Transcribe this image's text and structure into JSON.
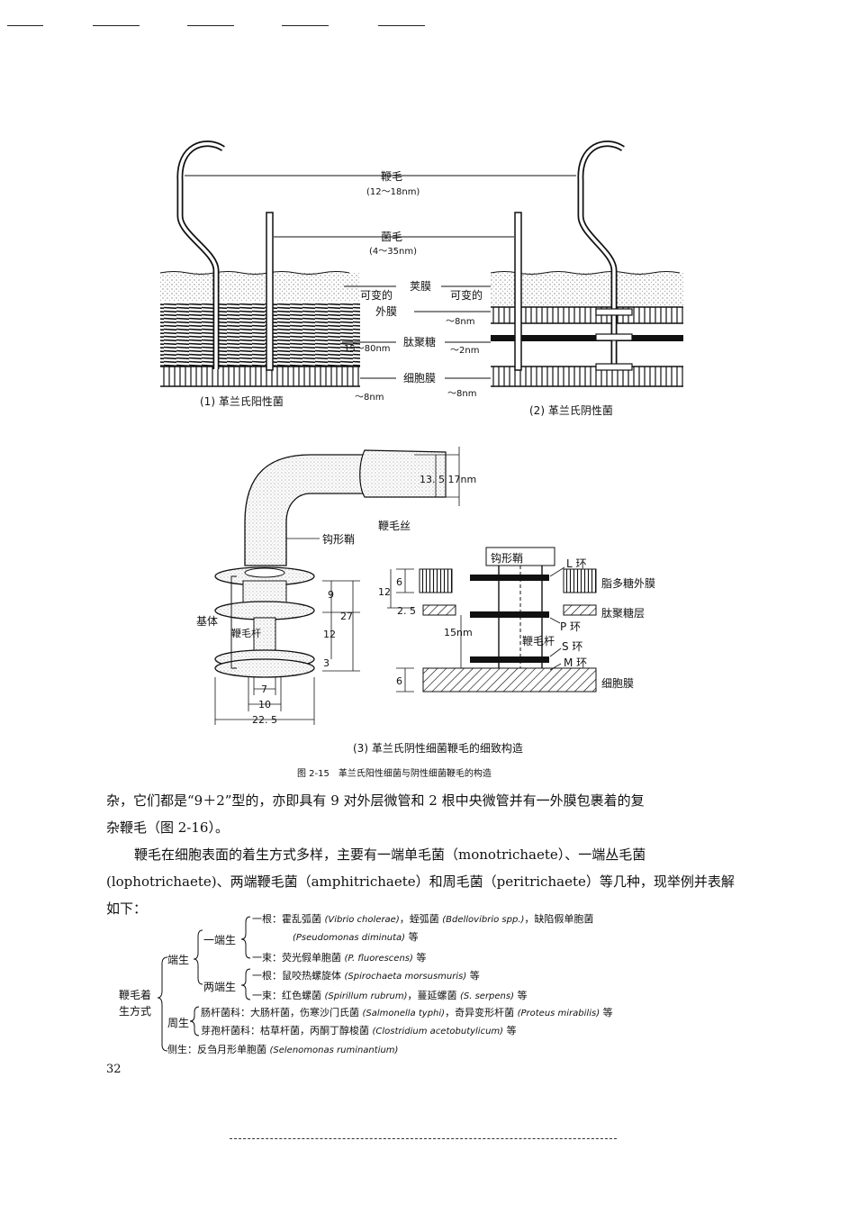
{
  "figure": {
    "panel1": {
      "flagellum_label": "鞭毛",
      "flagellum_size": "(12～18nm)",
      "pilus_label": "菌毛",
      "pilus_size": "(4～35nm)",
      "capsule_label": "荚膜",
      "variable_left": "可变的",
      "variable_right": "可变的",
      "outer_membrane": "外膜",
      "om_thickness": "～8nm",
      "peptidoglycan": "肽聚糖",
      "pg_gram_pos": "15～80nm",
      "pg_gram_neg": "～2nm",
      "cell_membrane": "细胞膜",
      "cm_left": "～8nm",
      "cm_right": "～8nm",
      "caption_left": "(1) 革兰氏阳性菌",
      "caption_right": "(2) 革兰氏阴性菌"
    },
    "panel3": {
      "dim_filament": "13. 5 17nm",
      "filament": "鞭毛丝",
      "hook": "钩形鞘",
      "basal_body": "基体",
      "rod": "鞭毛杆",
      "dim_9": "9",
      "dim_27": "27",
      "dim_12": "12",
      "dim_3": "3",
      "dim_7": "7",
      "dim_10": "10",
      "dim_22_5": "22. 5",
      "hook_box": "钩形鞘",
      "l_ring": "L 环",
      "lps_outer": "脂多糖外膜",
      "pg_layer": "肽聚糖层",
      "p_ring": "P 环",
      "rod_right": "鞭毛杆",
      "s_ring": "S 环",
      "m_ring": "M 环",
      "cell_membrane": "细胞膜",
      "d6a": "6",
      "d12": "12",
      "d2_5": "2. 5",
      "d15nm": "15nm",
      "d6b": "6",
      "caption": "(3) 革兰氏阴性细菌鞭毛的细致构造"
    },
    "caption": "图 2-15　革兰氏阳性细菌与阴性细菌鞭毛的构造"
  },
  "paragraph1_line1": "杂，它们都是“9＋2”型的，亦即具有 9 对外层微管和 2 根中央微管并有一外膜包裹着的复",
  "paragraph1_line2": "杂鞭毛（图 2-16）。",
  "paragraph2_line1": "鞭毛在细胞表面的着生方式多样，主要有一端单毛菌（monotrichaete）、一端丛毛菌",
  "paragraph2_line2": "(lophotrichaete)、两端鞭毛菌（amphitrichaete）和周毛菌（peritrichaete）等几种，现举例并表解",
  "paragraph2_line3": "如下：",
  "tree": {
    "root1": "鞭毛着",
    "root2": "生方式",
    "duansheng": "端生",
    "yiduansheng": "一端生",
    "liangduansheng": "两端生",
    "zhousheng": "周生",
    "cesheng": "侧生：反刍月形单胞菌",
    "cesheng_latin": "(Selenomonas ruminantium)",
    "a1": "一根：霍乱弧菌",
    "a1_latin": "(Vibrio cholerae)",
    "a1b": "，蛭弧菌",
    "a1b_latin": "(Bdellovibrio spp.)",
    "a1c": "，缺陷假单胞菌",
    "a1d_latin": "(Pseudomonas diminuta)",
    "a1e": "等",
    "a2": "一束：荧光假单胞菌",
    "a2_latin": "(P. fluorescens)",
    "a2e": "等",
    "b1": "一根：鼠咬热螺旋体",
    "b1_latin": "(Spirochaeta morsusmuris)",
    "b1e": "等",
    "b2": "一束：红色螺菌",
    "b2_latin": "(Spirillum rubrum)",
    "b2b": "，蔓延螺菌",
    "b2b_latin": "(S. serpens)",
    "b2e": "等",
    "c1": "肠杆菌科：大肠杆菌，伤寒沙门氏菌",
    "c1_latin": "(Salmonella typhi)",
    "c1b": "，奇异变形杆菌",
    "c1b_latin": "(Proteus mirabilis)",
    "c1e": "等",
    "c2": "芽孢杆菌科：枯草杆菌，丙酮丁醇梭菌",
    "c2_latin": "(Clostridium acetobutylicum)",
    "c2e": "等"
  },
  "page_number": "32"
}
